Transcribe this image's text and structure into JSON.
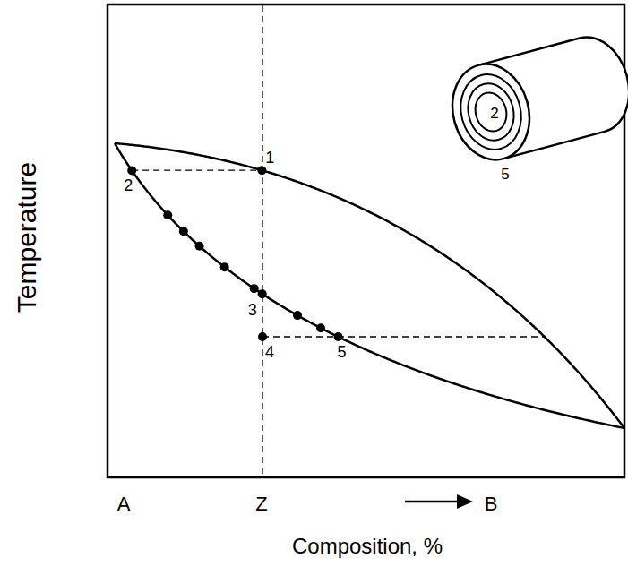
{
  "diagram": {
    "labels": [
      "Temperature",
      "1",
      "2",
      "3",
      "4",
      "5",
      "2",
      "5",
      "A",
      "Z",
      "B",
      "Composition, %"
    ]
  }
}
